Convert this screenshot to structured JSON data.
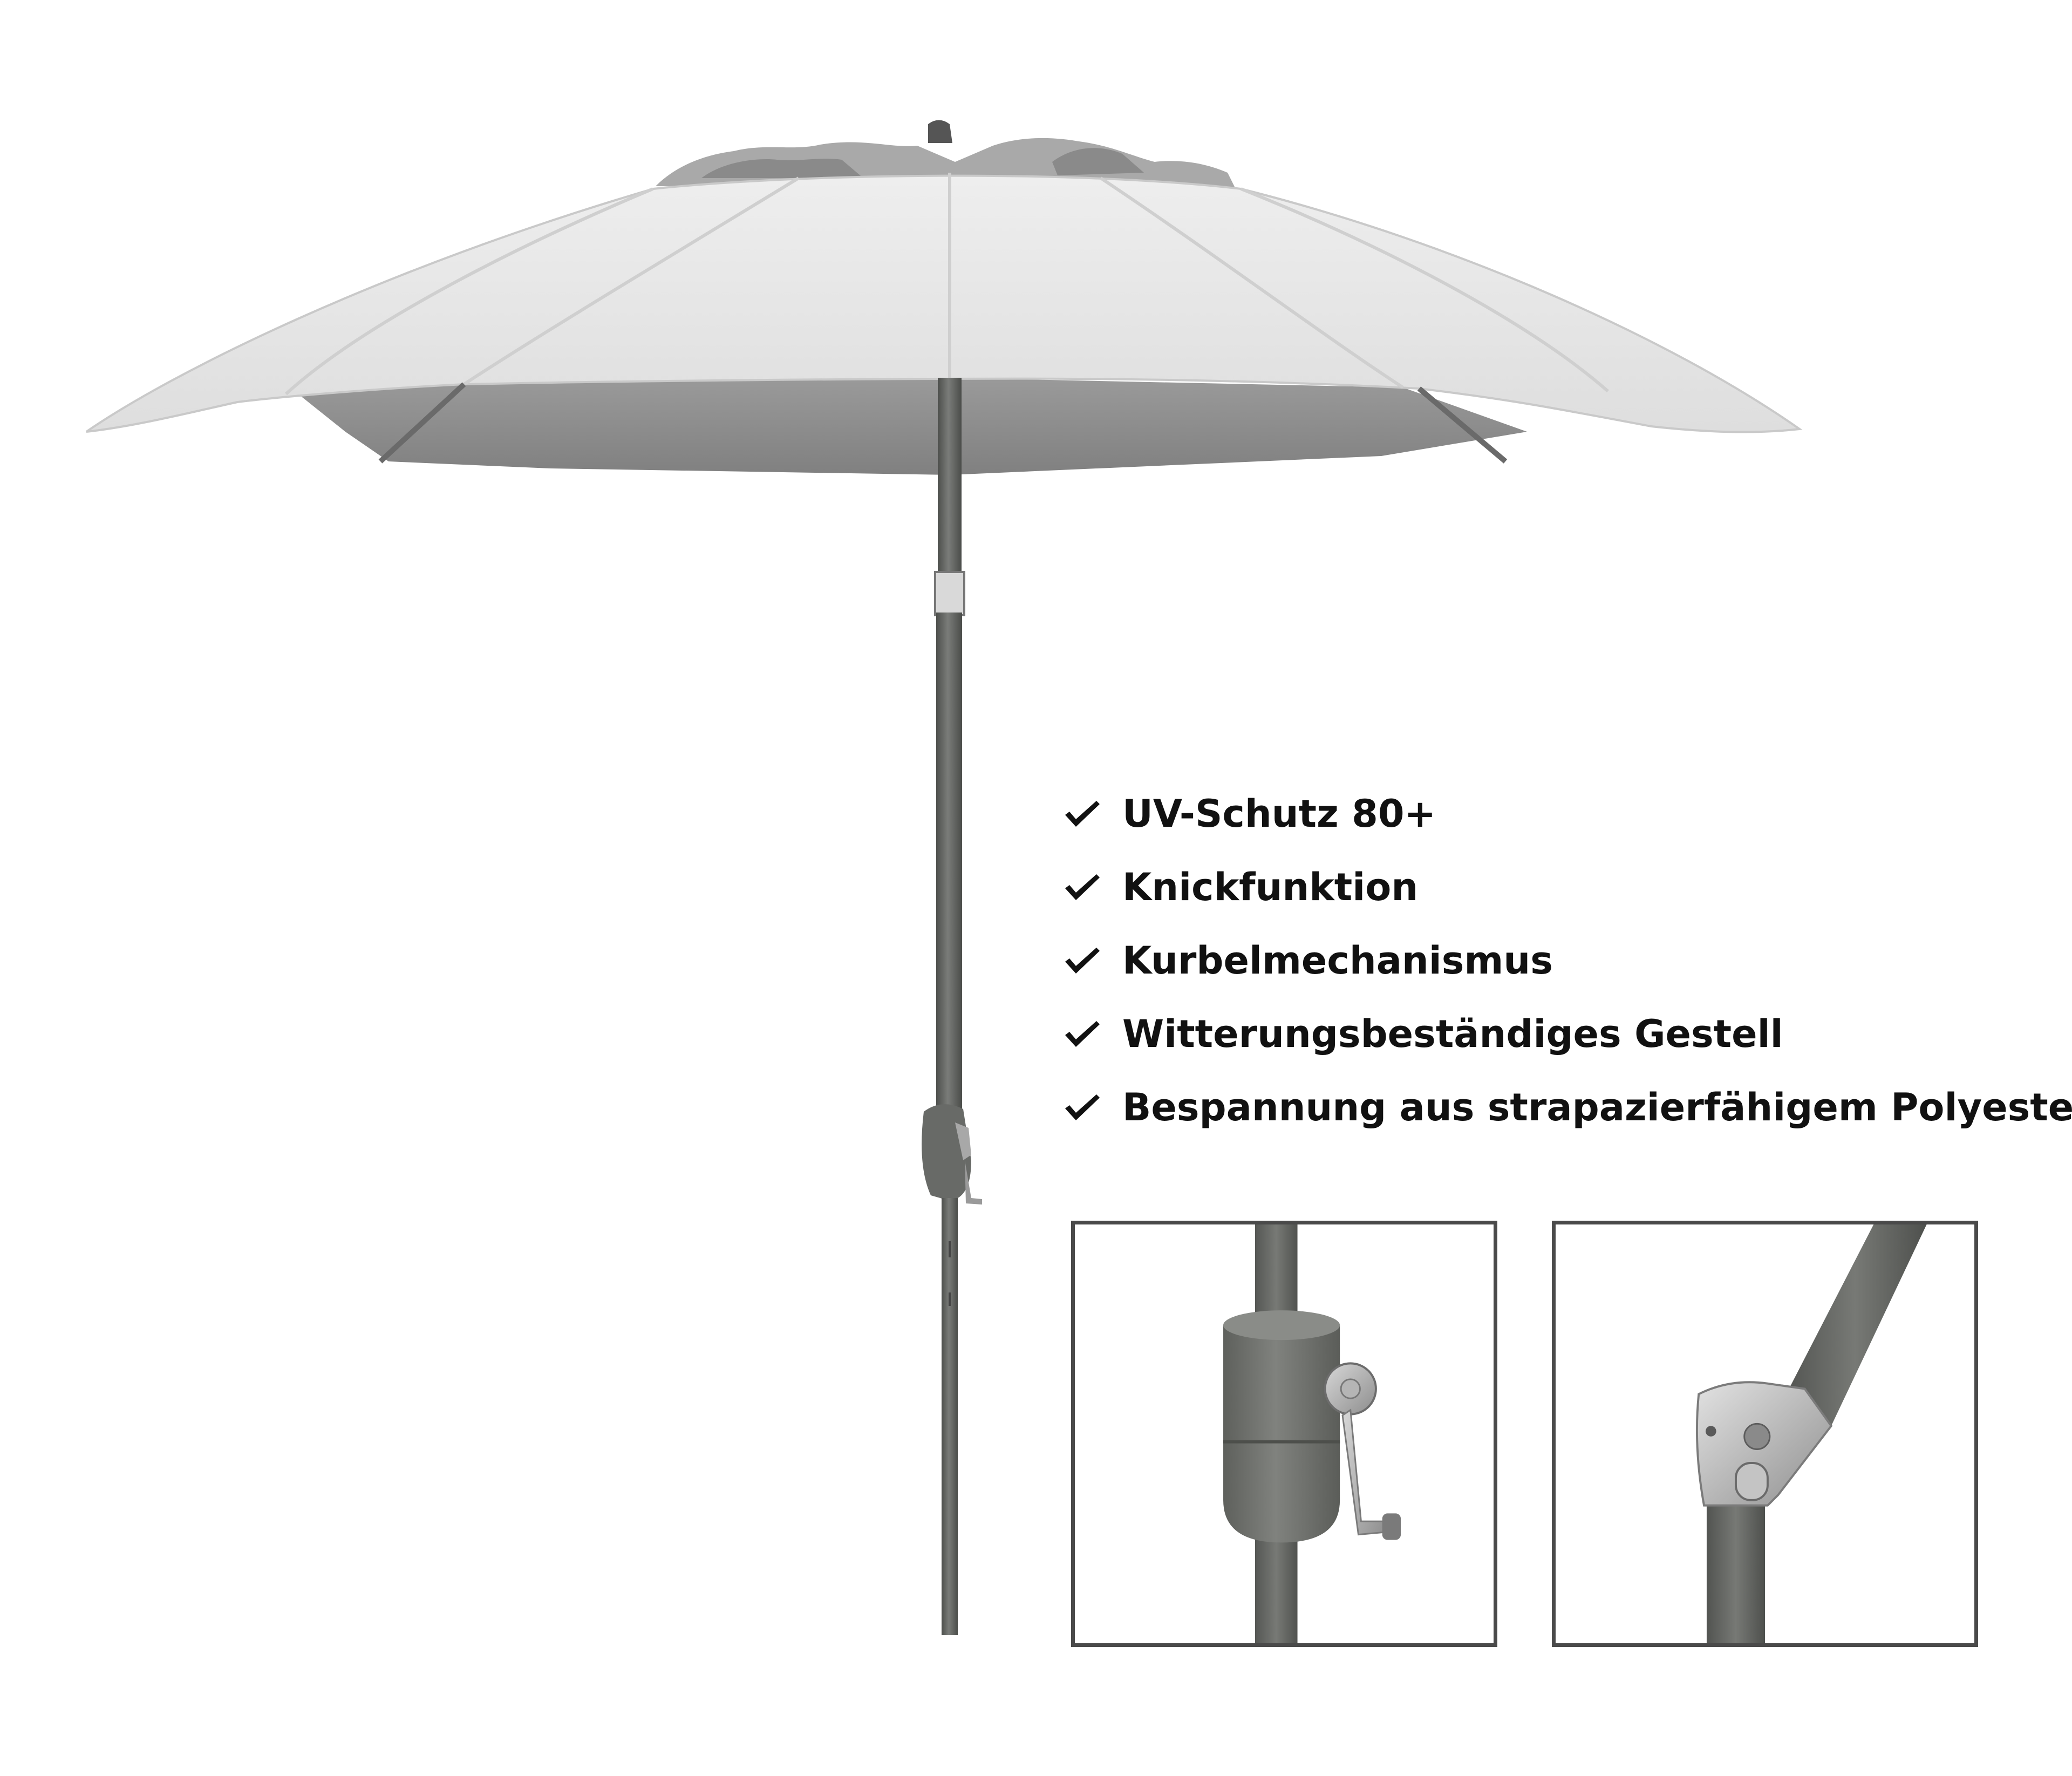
{
  "features": [
    {
      "icon": "check-icon",
      "label": "UV-Schutz 80+"
    },
    {
      "icon": "check-icon",
      "label": "Knickfunktion"
    },
    {
      "icon": "check-icon",
      "label": "Kurbelmechanismus"
    },
    {
      "icon": "check-icon",
      "label": "Witterungsbeständiges Gestell"
    },
    {
      "icon": "check-icon",
      "label": "Bespannung aus strapazierfähigem Polyester"
    }
  ],
  "details": [
    {
      "name": "crank-mechanism-detail"
    },
    {
      "name": "tilt-joint-detail"
    }
  ],
  "colors": {
    "canopy_top": "#e6e6e6",
    "canopy_underside": "#8d8d8d",
    "pole": "#5e605d",
    "panel_border": "#4a4a4a",
    "text": "#111111"
  }
}
